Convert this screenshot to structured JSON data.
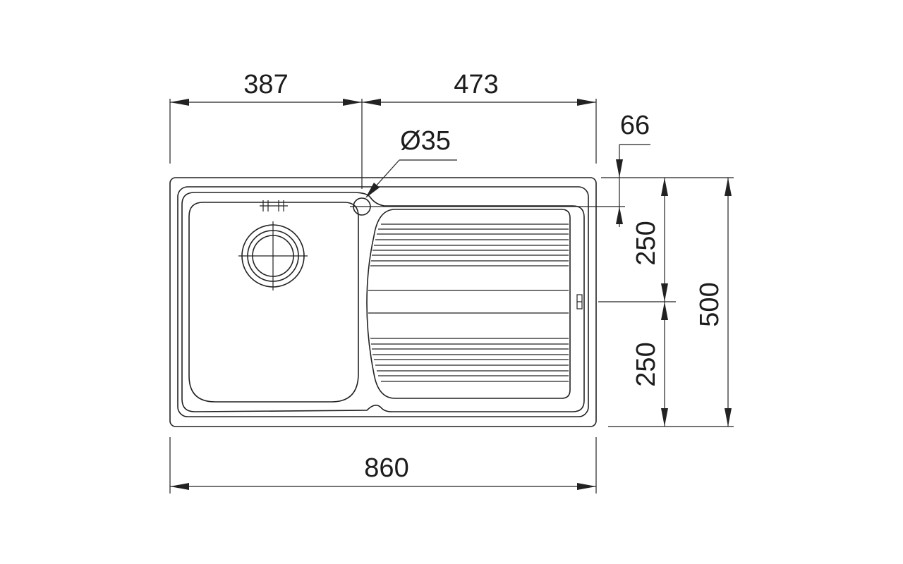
{
  "dimensions": {
    "left_section_width": "387",
    "right_section_width": "473",
    "hole_diameter": "Ø35",
    "edge_offset": "66",
    "upper_half_depth": "250",
    "lower_half_depth": "250",
    "total_depth": "500",
    "total_width": "860"
  },
  "colors": {
    "line": "#222222",
    "text": "#1c1c1c",
    "background": "#ffffff"
  }
}
